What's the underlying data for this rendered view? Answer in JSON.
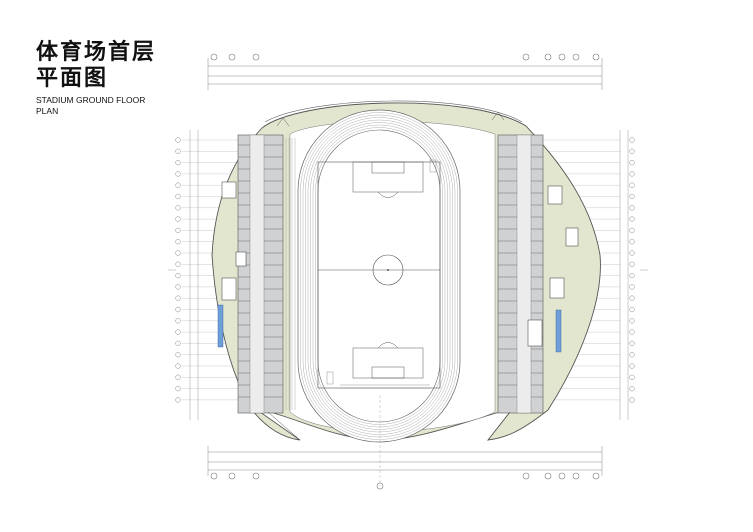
{
  "title": {
    "cn_line1": "体育场首层",
    "cn_line2": "平面图",
    "en_line1": "STADIUM GROUND FLOOR",
    "en_line2": "PLAN"
  },
  "colors": {
    "background": "#ffffff",
    "grid_line": "#b5b5b5",
    "concourse_fill": "#e3e6cf",
    "room_fill": "#cfd1d3",
    "line": "#444444",
    "accent_blue": "#6f9fd8"
  }
}
